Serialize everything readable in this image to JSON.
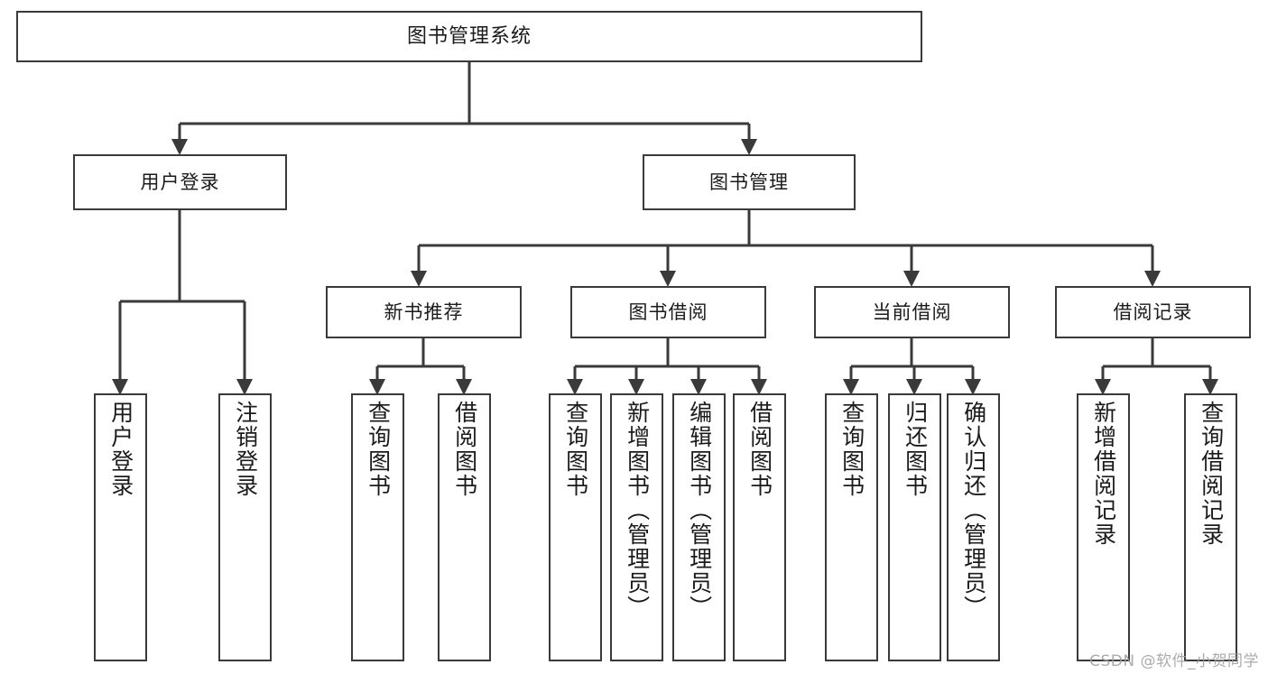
{
  "diagram": {
    "title": "图书管理系统",
    "type": "tree-hierarchy",
    "watermark": "CSDN @软件_小贺同学",
    "colors": {
      "box_border": "#3a3a3a",
      "box_fill": "#ffffff",
      "connector": "#3a3a3a",
      "text": "#1b1b1b",
      "watermark": "#9d9d9d"
    },
    "nodes": {
      "root": {
        "label": "图书管理系统"
      },
      "level2": [
        {
          "id": "user-login",
          "label": "用户登录"
        },
        {
          "id": "book-manage",
          "label": "图书管理"
        }
      ],
      "level3": [
        {
          "id": "new-book-recommend",
          "label": "新书推荐"
        },
        {
          "id": "book-borrow",
          "label": "图书借阅"
        },
        {
          "id": "current-borrow",
          "label": "当前借阅"
        },
        {
          "id": "borrow-record",
          "label": "借阅记录"
        }
      ],
      "leaves": {
        "user-login": [
          {
            "id": "leaf-user-login",
            "label": "用户登录"
          },
          {
            "id": "leaf-user-logout",
            "label": "注销登录"
          }
        ],
        "new-book-recommend": [
          {
            "id": "leaf-query-book-1",
            "label": "查询图书"
          },
          {
            "id": "leaf-borrow-book-1",
            "label": "借阅图书"
          }
        ],
        "book-borrow": [
          {
            "id": "leaf-query-book-2",
            "label": "查询图书"
          },
          {
            "id": "leaf-add-book",
            "label": "新增图书（管理员）"
          },
          {
            "id": "leaf-edit-book",
            "label": "编辑图书（管理员）"
          },
          {
            "id": "leaf-borrow-book-2",
            "label": "借阅图书"
          }
        ],
        "current-borrow": [
          {
            "id": "leaf-query-book-3",
            "label": "查询图书"
          },
          {
            "id": "leaf-return-book",
            "label": "归还图书"
          },
          {
            "id": "leaf-confirm-return",
            "label": "确认归还（管理员）"
          }
        ],
        "borrow-record": [
          {
            "id": "leaf-add-record",
            "label": "新增借阅记录"
          },
          {
            "id": "leaf-query-record",
            "label": "查询借阅记录"
          }
        ]
      }
    }
  }
}
